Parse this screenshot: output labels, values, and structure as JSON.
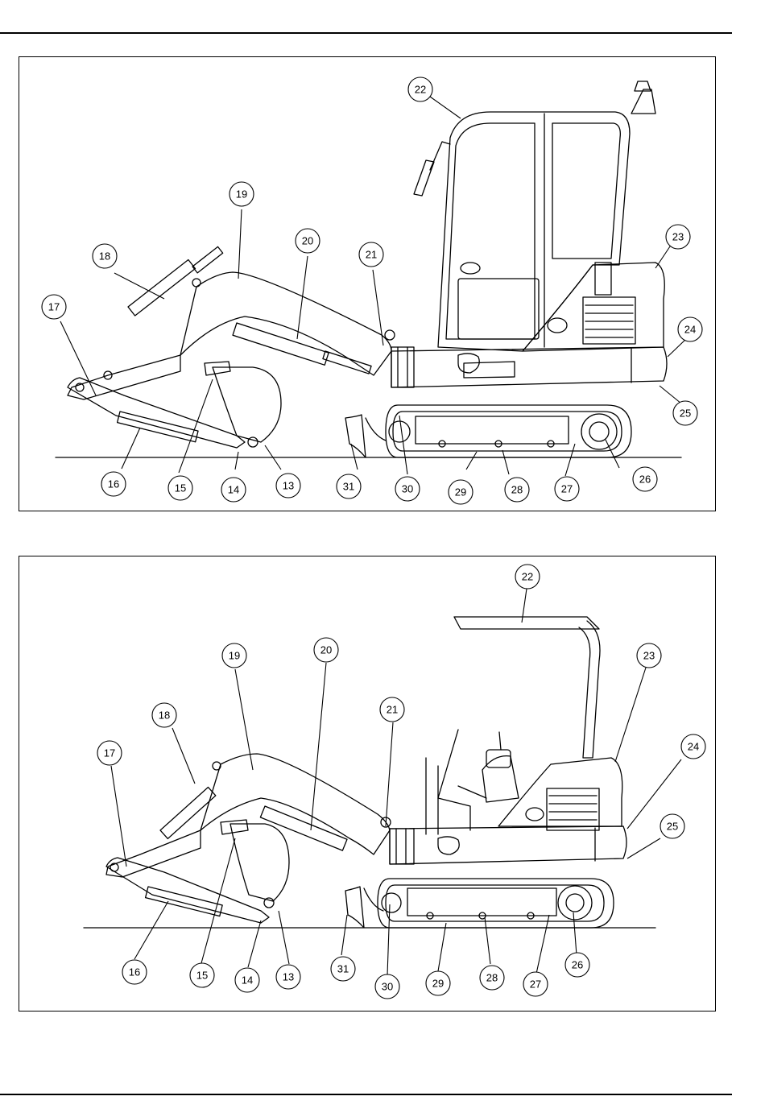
{
  "figures": [
    {
      "variant": "cab",
      "callouts": [
        "22",
        "23",
        "24",
        "25",
        "26",
        "27",
        "28",
        "29",
        "30",
        "31",
        "13",
        "14",
        "15",
        "16",
        "17",
        "18",
        "19",
        "20",
        "21"
      ]
    },
    {
      "variant": "canopy",
      "callouts": [
        "22",
        "23",
        "24",
        "25",
        "26",
        "27",
        "28",
        "29",
        "30",
        "31",
        "13",
        "14",
        "15",
        "16",
        "17",
        "18",
        "19",
        "20",
        "21"
      ]
    }
  ]
}
